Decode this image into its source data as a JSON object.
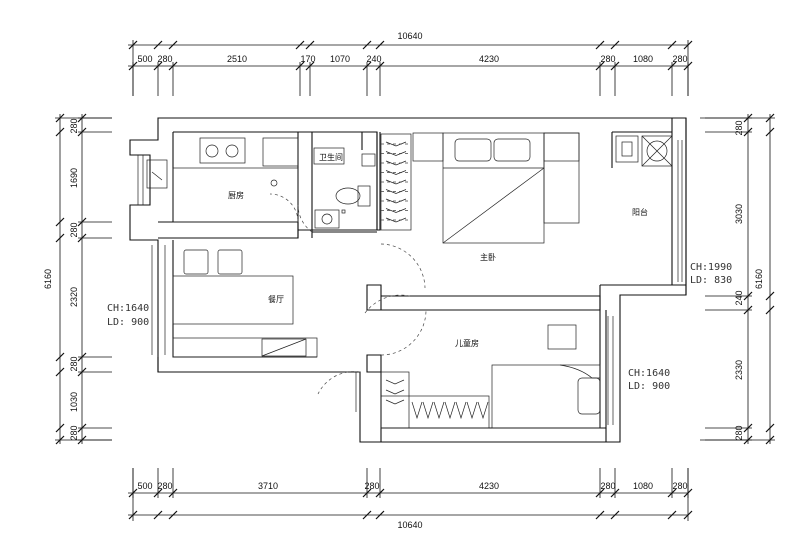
{
  "dimensions": {
    "top_total": "10640",
    "top_segments": [
      "500",
      "280",
      "2510",
      "170",
      "1070",
      "240",
      "4230",
      "280",
      "1080",
      "280"
    ],
    "bottom_total": "10640",
    "bottom_segments": [
      "500",
      "280",
      "3710",
      "280",
      "4230",
      "280",
      "1080",
      "280"
    ],
    "left_total": "6160",
    "left_segments": [
      "280",
      "1690",
      "280",
      "2320",
      "280",
      "1030",
      "280"
    ],
    "right_total": "6160",
    "right_segments": [
      "280",
      "3030",
      "240",
      "2330",
      "280"
    ]
  },
  "rooms": {
    "kitchen": "厨房",
    "bathroom": "卫生间",
    "master_bedroom": "主卧",
    "balcony": "阳台",
    "dining": "餐厅",
    "kids_room": "儿童房"
  },
  "window_notes": {
    "dining": {
      "ch": "CH:1640",
      "ld": "LD: 900"
    },
    "balcony": {
      "ch": "CH:1990",
      "ld": "LD: 830"
    },
    "kids": {
      "ch": "CH:1640",
      "ld": "LD: 900"
    }
  }
}
